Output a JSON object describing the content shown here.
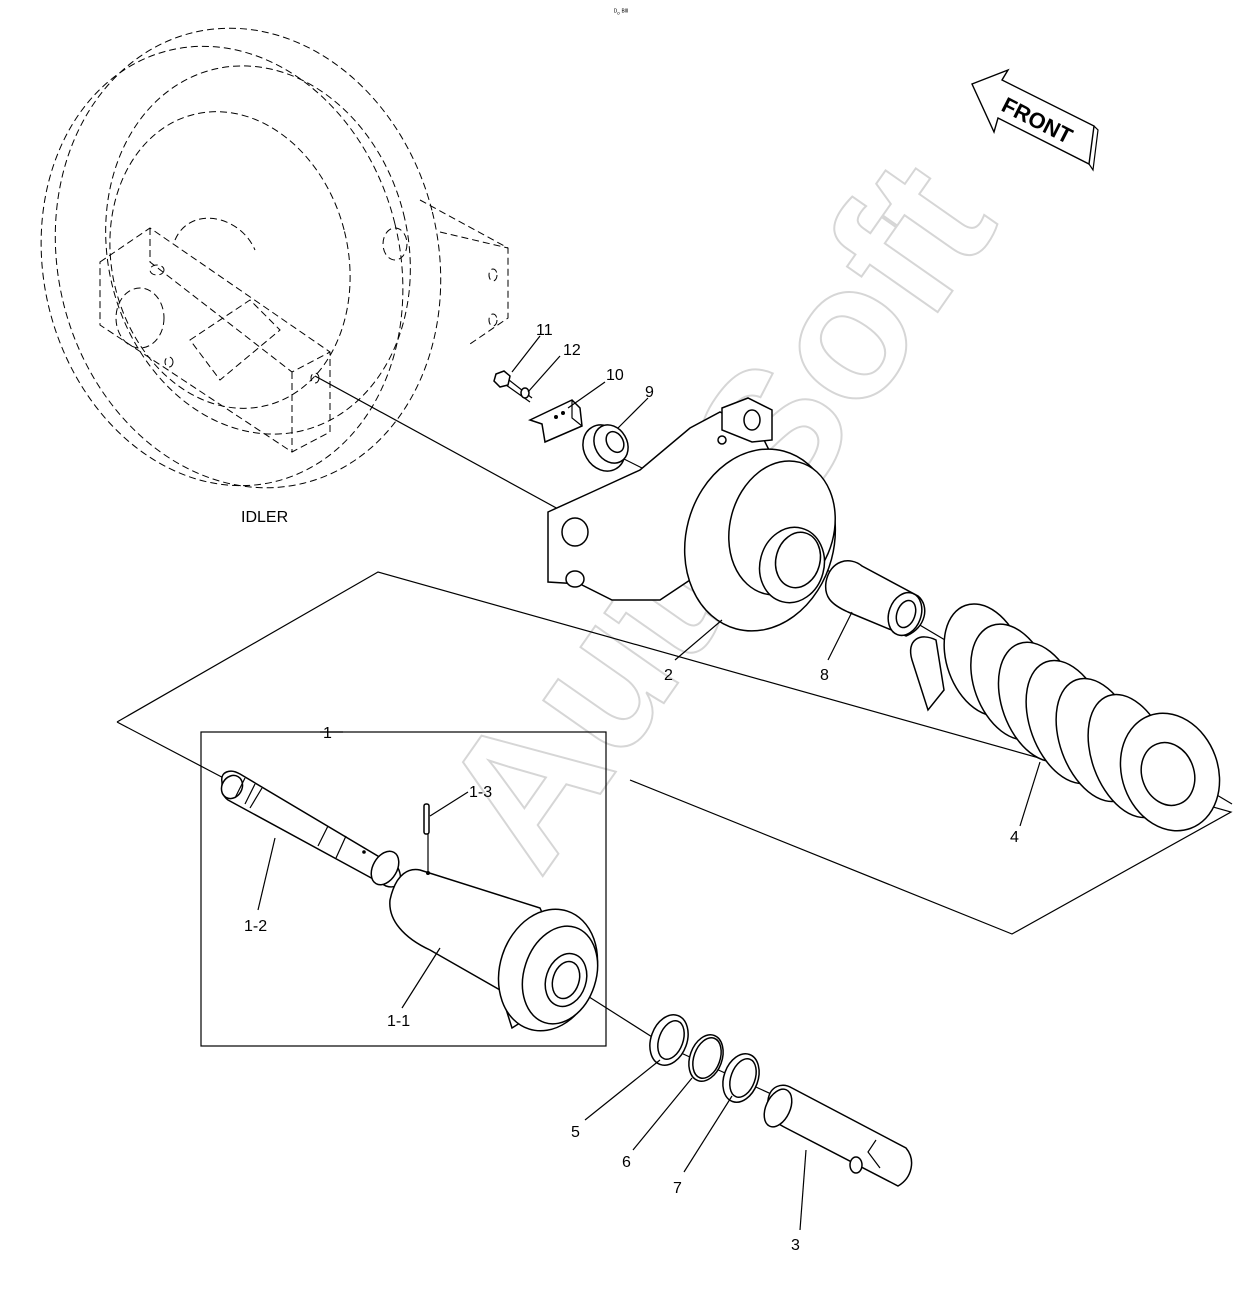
{
  "diagram": {
    "header_code": "ᴰₒ ᴮᴵᴵᴵ",
    "idler_label": "IDLER",
    "front_label": "FRONT",
    "watermark": "AutoSoft",
    "callouts": {
      "c1": "1",
      "c1_1": "1-1",
      "c1_2": "1-2",
      "c1_3": "1-3",
      "c2": "2",
      "c3": "3",
      "c4": "4",
      "c5": "5",
      "c6": "6",
      "c7": "7",
      "c8": "8",
      "c9": "9",
      "c10": "10",
      "c11": "11",
      "c12": "12"
    }
  }
}
